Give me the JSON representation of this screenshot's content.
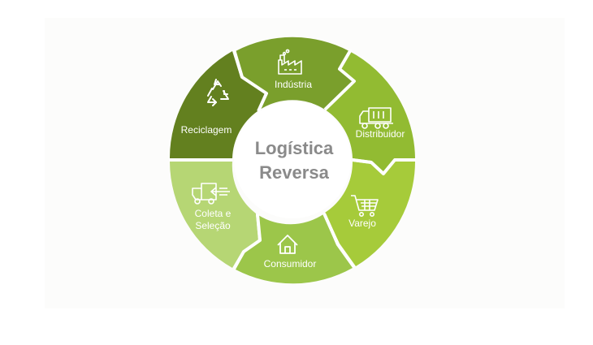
{
  "diagram": {
    "center": {
      "line1": "Logística",
      "line2": "Reversa"
    },
    "segments": [
      {
        "id": "industria",
        "label": "Indústria",
        "icon": "factory-icon",
        "color": "#7a9f2c"
      },
      {
        "id": "distribuidor",
        "label": "Distribuidor",
        "icon": "truck-icon",
        "color": "#92bb32"
      },
      {
        "id": "varejo",
        "label": "Varejo",
        "icon": "shopping-cart-icon",
        "color": "#a6cb3a"
      },
      {
        "id": "consumidor",
        "label": "Consumidor",
        "icon": "house-icon",
        "color": "#9cc64a"
      },
      {
        "id": "coleta",
        "label_line1": "Coleta e",
        "label_line2": "Seleção",
        "icon": "collection-truck-icon",
        "color": "#b6d674"
      },
      {
        "id": "reciclagem",
        "label": "Reciclagem",
        "icon": "recycle-icon",
        "color": "#63801f"
      }
    ]
  }
}
